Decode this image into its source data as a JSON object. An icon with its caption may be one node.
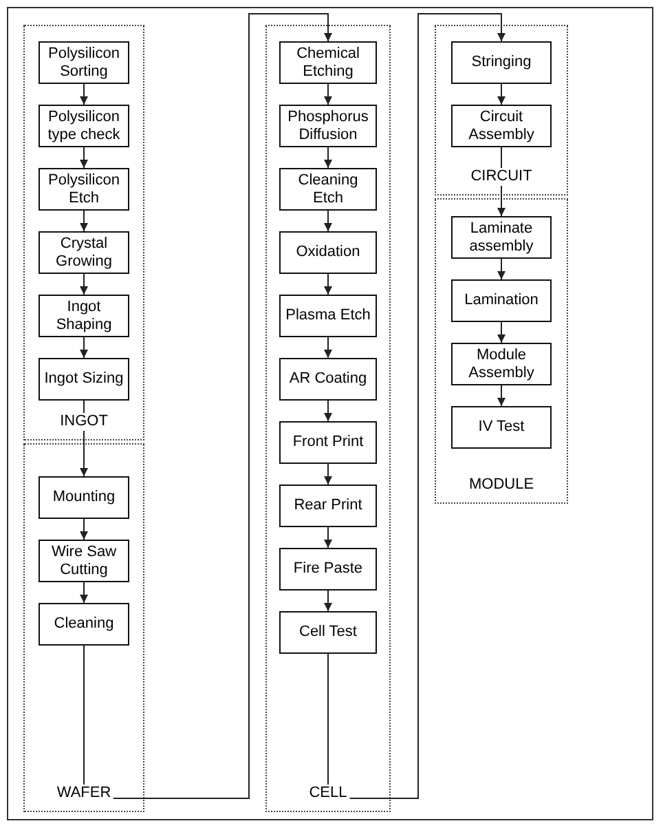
{
  "diagram": {
    "nodes": [
      {
        "text": [
          "INGOT"
        ]
      },
      {
        "text": [
          "Polysilicon Sorting"
        ],
        "in": 0
      },
      {
        "text": [
          "Polysilicon type check"
        ],
        "in": 0
      },
      {
        "text": [
          "Polysilicon Etch"
        ],
        "in": 0
      },
      {
        "text": [
          "Crystal Growing"
        ],
        "in": 0
      },
      {
        "text": [
          "Ingot Shaping"
        ],
        "in": 0
      },
      {
        "text": [
          "Ingot Sizing"
        ],
        "in": 0
      },
      {
        "text": [
          "WAFER"
        ]
      },
      {
        "text": [
          "Mounting"
        ],
        "in": 7
      },
      {
        "text": [
          "Wire Saw Cutting"
        ],
        "in": 7
      },
      {
        "text": [
          "Cleaning"
        ],
        "in": 7
      },
      {
        "text": [
          "CELL"
        ]
      },
      {
        "text": [
          "Chemical Etching"
        ],
        "in": 11
      },
      {
        "text": [
          "Phosphorus Diffusion"
        ],
        "in": 11
      },
      {
        "text": [
          "Cleaning Etch"
        ],
        "in": 11
      },
      {
        "text": [
          "Oxidation"
        ],
        "in": 11
      },
      {
        "text": [
          "Plasma Etch"
        ],
        "in": 11
      },
      {
        "text": [
          "AR Coating"
        ],
        "in": 11
      },
      {
        "text": [
          "Front Print"
        ],
        "in": 11
      },
      {
        "text": [
          "Rear Print"
        ],
        "in": 11
      },
      {
        "text": [
          "Fire Paste"
        ],
        "in": 11
      },
      {
        "text": [
          "Cell Test"
        ],
        "in": 11
      },
      {
        "text": [
          "CIRCUIT"
        ]
      },
      {
        "text": [
          "Stringing"
        ],
        "in": 22
      },
      {
        "text": [
          "Circuit Assembly"
        ],
        "in": 22
      },
      {
        "text": [
          "MODULE"
        ]
      },
      {
        "text": [
          "Laminate assembly"
        ],
        "in": 25
      },
      {
        "text": [
          "Lamination"
        ],
        "in": 25
      },
      {
        "text": [
          "Module Assembly"
        ],
        "in": 25
      },
      {
        "text": [
          "IV Test"
        ],
        "in": 25
      }
    ],
    "edges": [
      {
        "from": 1,
        "to": 2,
        "arrow": "to"
      },
      {
        "from": 2,
        "to": 3,
        "arrow": "to"
      },
      {
        "from": 3,
        "to": 4,
        "arrow": "to"
      },
      {
        "from": 4,
        "to": 5,
        "arrow": "to"
      },
      {
        "from": 5,
        "to": 6,
        "arrow": "to"
      },
      {
        "from": 6,
        "to": 8,
        "arrow": "to"
      },
      {
        "from": 8,
        "to": 9,
        "arrow": "to"
      },
      {
        "from": 9,
        "to": 10,
        "arrow": "to"
      },
      {
        "from": 10,
        "to": 12,
        "arrow": "to"
      },
      {
        "from": 12,
        "to": 13,
        "arrow": "to"
      },
      {
        "from": 13,
        "to": 14,
        "arrow": "to"
      },
      {
        "from": 14,
        "to": 15,
        "arrow": "to"
      },
      {
        "from": 15,
        "to": 16,
        "arrow": "to"
      },
      {
        "from": 16,
        "to": 17,
        "arrow": "to"
      },
      {
        "from": 17,
        "to": 18,
        "arrow": "to"
      },
      {
        "from": 18,
        "to": 19,
        "arrow": "to"
      },
      {
        "from": 19,
        "to": 20,
        "arrow": "to"
      },
      {
        "from": 20,
        "to": 21,
        "arrow": "to"
      },
      {
        "from": 21,
        "to": 23,
        "arrow": "to"
      },
      {
        "from": 23,
        "to": 24,
        "arrow": "to"
      },
      {
        "from": 24,
        "to": 26,
        "arrow": "to"
      },
      {
        "from": 26,
        "to": 27,
        "arrow": "to"
      },
      {
        "from": 27,
        "to": 28,
        "arrow": "to"
      },
      {
        "from": 28,
        "to": 29,
        "arrow": "to"
      }
    ]
  }
}
